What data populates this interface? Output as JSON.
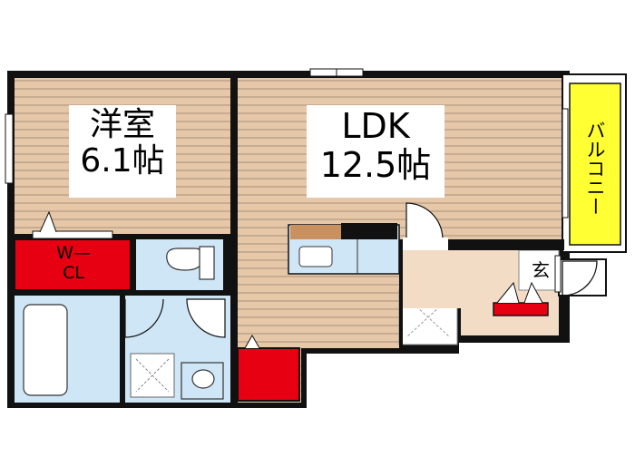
{
  "rooms": {
    "western_name": "洋室",
    "western_size": "6.1帖",
    "ldk_name": "LDK",
    "ldk_size": "12.5帖",
    "wcl_line1": "W—",
    "wcl_line2": "CL",
    "balcony": "バルコニー",
    "entrance": "玄"
  },
  "colors": {
    "floor_wood": "#e6c8a8",
    "floor_stripe": "#b99e85",
    "wet_area": "#cfe6f7",
    "storage": "#e60012",
    "balcony": "#ffff33",
    "entrance_floor": "#f2dcc6",
    "wall": "#111111"
  }
}
